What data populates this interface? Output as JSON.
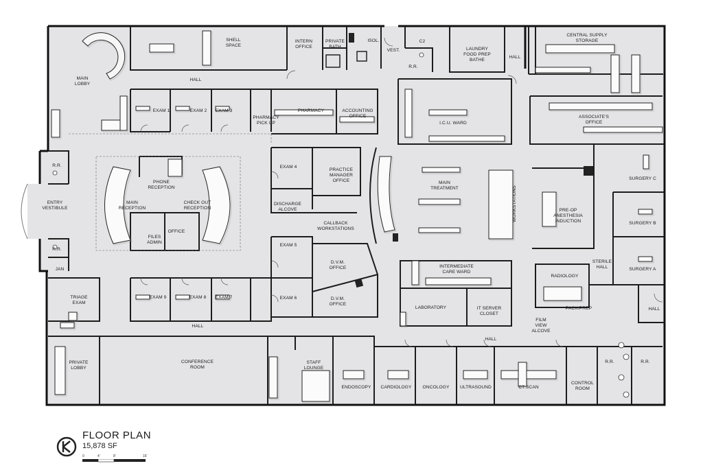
{
  "plan": {
    "title": "FLOOR PLAN",
    "area": "15,878  SF",
    "scale_ticks": [
      "0",
      "4'",
      "8'",
      "16'"
    ]
  },
  "rooms": {
    "main_lobby": "MAIN\nLOBBY",
    "shell_space": "SHELL\nSPACE",
    "intern_office": "INTERN\nOFFICE",
    "private_bath": "PRIVATE\nBATH",
    "isol": "ISOL.",
    "vest_top": "VEST.",
    "c2": "C2",
    "rr_top": "R.R.",
    "laundry": "LAUNDRY\nFOOD PREP\nBATHE",
    "hall_top_right": "HALL",
    "central_supply": "CENTRAL SUPPLY\nSTORAGE",
    "hall_top": "HALL",
    "exam1": "EXAM 1",
    "exam2": "EXAM 2",
    "exam3": "EXAM 3",
    "pharmacy_pickup": "PHARMACY\nPICK UP",
    "pharmacy": "PHARMACY",
    "accounting": "ACCOUNTING\nOFFICE",
    "icu": "I.C.U. WARD",
    "associates": "ASSOCIATE'S\nOFFICE",
    "rr_left_top": "R.R.",
    "entry_vestibule": "ENTRY\nVESTIBULE",
    "rr_left_bottom": "R.R.",
    "jan": "JAN",
    "phone_reception": "PHONE\nRECEPTION",
    "main_reception": "MAIN\nRECEPTION",
    "checkout_reception": "CHECK OUT\nRECEPTION",
    "files_admin": "FILES\nADMIN",
    "office": "OFFICE",
    "exam4": "EXAM 4",
    "practice_manager": "PRACTICE\nMANAGER\nOFFICE",
    "discharge_alcove": "DISCHARGE\nALCOVE",
    "callback": "CALLBACK\nWORKSTATIONS",
    "main_treatment": "MAIN\nTREATMENT",
    "workstations": "WORKSTATIONS",
    "preop": "PRE-OP\nANESTHESIA\nINDUCTION",
    "surgery_c": "SURGERY C",
    "surgery_b": "SURGERY B",
    "surgery_a": "SURGERY A",
    "sterile_hall": "STERILE\nHALL",
    "exam5": "EXAM 5",
    "exam6": "EXAM 6",
    "dvm_office1": "D.V.M.\nOFFICE",
    "dvm_office2": "D.V.M.\nOFFICE",
    "intermediate_care": "INTERMEDIATE\nCARE WARD",
    "laboratory": "LABORATORY",
    "it_server": "IT SERVER\nCLOSET",
    "radiology": "RADIOLOGY",
    "pack_prep": "PACK/PREP",
    "hall_right": "HALL",
    "film_view": "FILM\nVIEW\nALCOVE",
    "triage": "TRIAGE\nEXAM",
    "exam9": "EXAM 9",
    "exam8": "EXAM 8",
    "exam7": "EXAM 7",
    "hall_mid": "HALL",
    "hall_lower": "HALL",
    "private_lobby": "PRIVATE\nLOBBY",
    "conference": "CONFERENCE\nROOM",
    "staff_lounge": "STAFF\nLOUNGE",
    "endoscopy": "ENDOSCOPY",
    "cardiology": "CARDIOLOGY",
    "oncology": "ONCOLOGY",
    "ultrasound": "ULTRASOUND",
    "ct_scan": "CT  SCAN",
    "control_room": "CONTROL\nROOM",
    "rr_bottom1": "R.R.",
    "rr_bottom2": "R.R."
  }
}
